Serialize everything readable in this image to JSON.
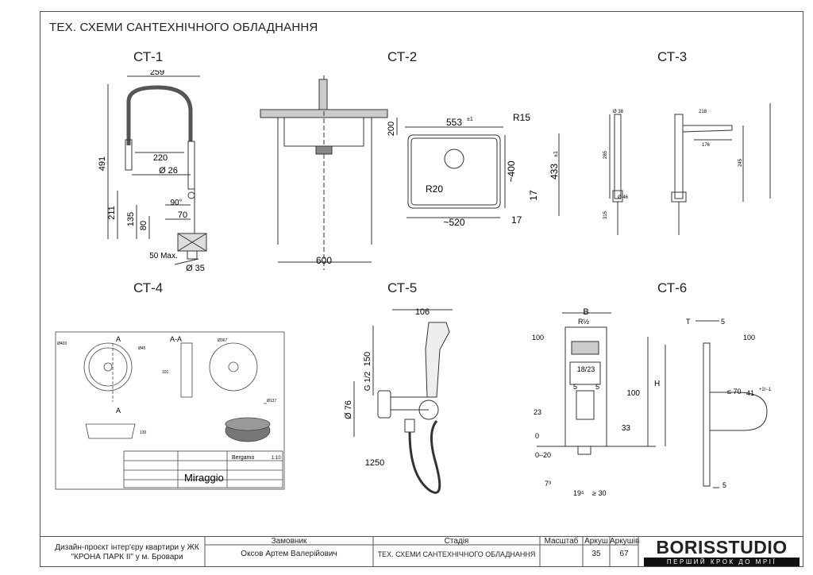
{
  "page_title": "ТЕХ. СХЕМИ САНТЕХНІЧНОГО ОБЛАДНАННЯ",
  "labels": [
    "СТ-1",
    "СТ-2",
    "СТ-3",
    "СТ-4",
    "СТ-5",
    "СТ-6"
  ],
  "ct1": {
    "d259": "259",
    "d491": "491",
    "d220": "220",
    "d26": "Ø 26",
    "d211": "211",
    "d135": "135",
    "d80": "80",
    "d90": "90°",
    "d70": "70",
    "d50": "50 Max.",
    "d35": "Ø 35"
  },
  "ct2": {
    "d200": "200",
    "d553": "553",
    "d553tol": "±1",
    "r15": "R15",
    "d400": "~400",
    "d433": "433",
    "d433tol": "±1",
    "r20": "R20",
    "d17a": "17",
    "d17b": "17",
    "d520": "~520",
    "d600": "600"
  },
  "ct3": {
    "a": "Ø 38",
    "b": "218",
    "c": "176",
    "d": "285",
    "e": "245",
    "f": "Ø 46",
    "g": "315"
  },
  "ct4": {
    "sec": "A-A",
    "a1": "A",
    "a2": "A",
    "brand": "Miraggio",
    "model": "Bergamo",
    "scale": "1:10",
    "d400": "Ø400",
    "d367": "Ø367",
    "d45": "Ø45",
    "d137": "Ø137",
    "h101": "101",
    "h130": "130"
  },
  "ct5": {
    "d106": "106",
    "d150": "150",
    "g12": "G 1/2",
    "d76": "Ø 76",
    "d1250": "1250"
  },
  "ct6": {
    "b": "B",
    "r12": "R½",
    "d100a": "100",
    "d1823": "18/23",
    "d5a": "5",
    "d5b": "5",
    "h": "H",
    "d100b": "100",
    "d23": "23",
    "d0": "0",
    "d020": "0–20",
    "d33": "33",
    "d73": "7³",
    "d195": "19⁵",
    "d30": "≥ 30",
    "t": "T",
    "d5c": "5",
    "d100c": "100",
    "d70": "≤ 70",
    "d41": "41",
    "d41tol": "+2/−1",
    "d5d": "5"
  },
  "title_block": {
    "project": "Дизайн-проєкт інтер'єру квартири у ЖК \"КРОНА ПАРК ІІ\" у м. Бровари",
    "customer_h": "Замовник",
    "customer": "Оксов Артем Валерійович",
    "stage_h": "Стадія",
    "stage": "ТЕХ. СХЕМИ САНТЕХНІЧНОГО ОБЛАДНАННЯ",
    "scale_h": "Масштаб",
    "sheet_h": "Аркуш",
    "sheets_h": "Аркушів",
    "sheet": "35",
    "sheets": "67"
  },
  "logo": {
    "main": "BORISSTUDIO",
    "sub": "ПЕРШИЙ КРОК ДО МРІЇ"
  }
}
